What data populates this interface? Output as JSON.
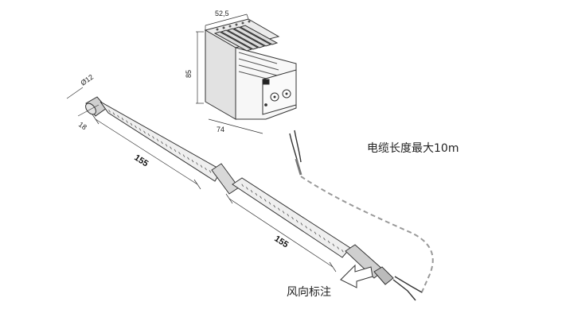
{
  "controller": {
    "width_label": "52,5",
    "height_label": "85",
    "depth_label": "74"
  },
  "sensor": {
    "diameter_label": "Ø12",
    "cap_length_label": "18",
    "segment_1_length": "155",
    "segment_2_length": "155"
  },
  "notes": {
    "cable_max_length": "电缆长度最大10m",
    "wind_direction": "风向标注"
  }
}
